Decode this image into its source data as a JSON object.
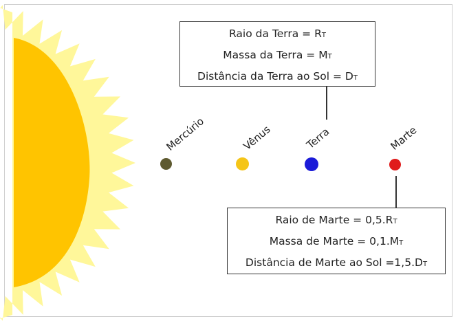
{
  "earth_box": {
    "line1": {
      "text": "Raio da Terra = R",
      "sub": "T"
    },
    "line2": {
      "text": "Massa da Terra = M",
      "sub": "T"
    },
    "line3": {
      "text": "Distância da Terra ao Sol = D",
      "sub": "T"
    }
  },
  "mars_box": {
    "line1": {
      "text": "Raio de Marte = 0,5.R",
      "sub": "T"
    },
    "line2": {
      "text": "Massa de Marte = 0,1.M",
      "sub": "T"
    },
    "line3": {
      "text": "Distância de Marte ao Sol =1,5.D",
      "sub": "T"
    }
  },
  "planets": [
    {
      "name": "Mercúrio",
      "color": "#5e5a30"
    },
    {
      "name": "Vênus",
      "color": "#f5c518"
    },
    {
      "name": "Terra",
      "color": "#1b1bd8"
    },
    {
      "name": "Marte",
      "color": "#e01b1b"
    }
  ],
  "colors": {
    "sun_core": "#ffc400",
    "sun_corona": "#fff79a"
  }
}
